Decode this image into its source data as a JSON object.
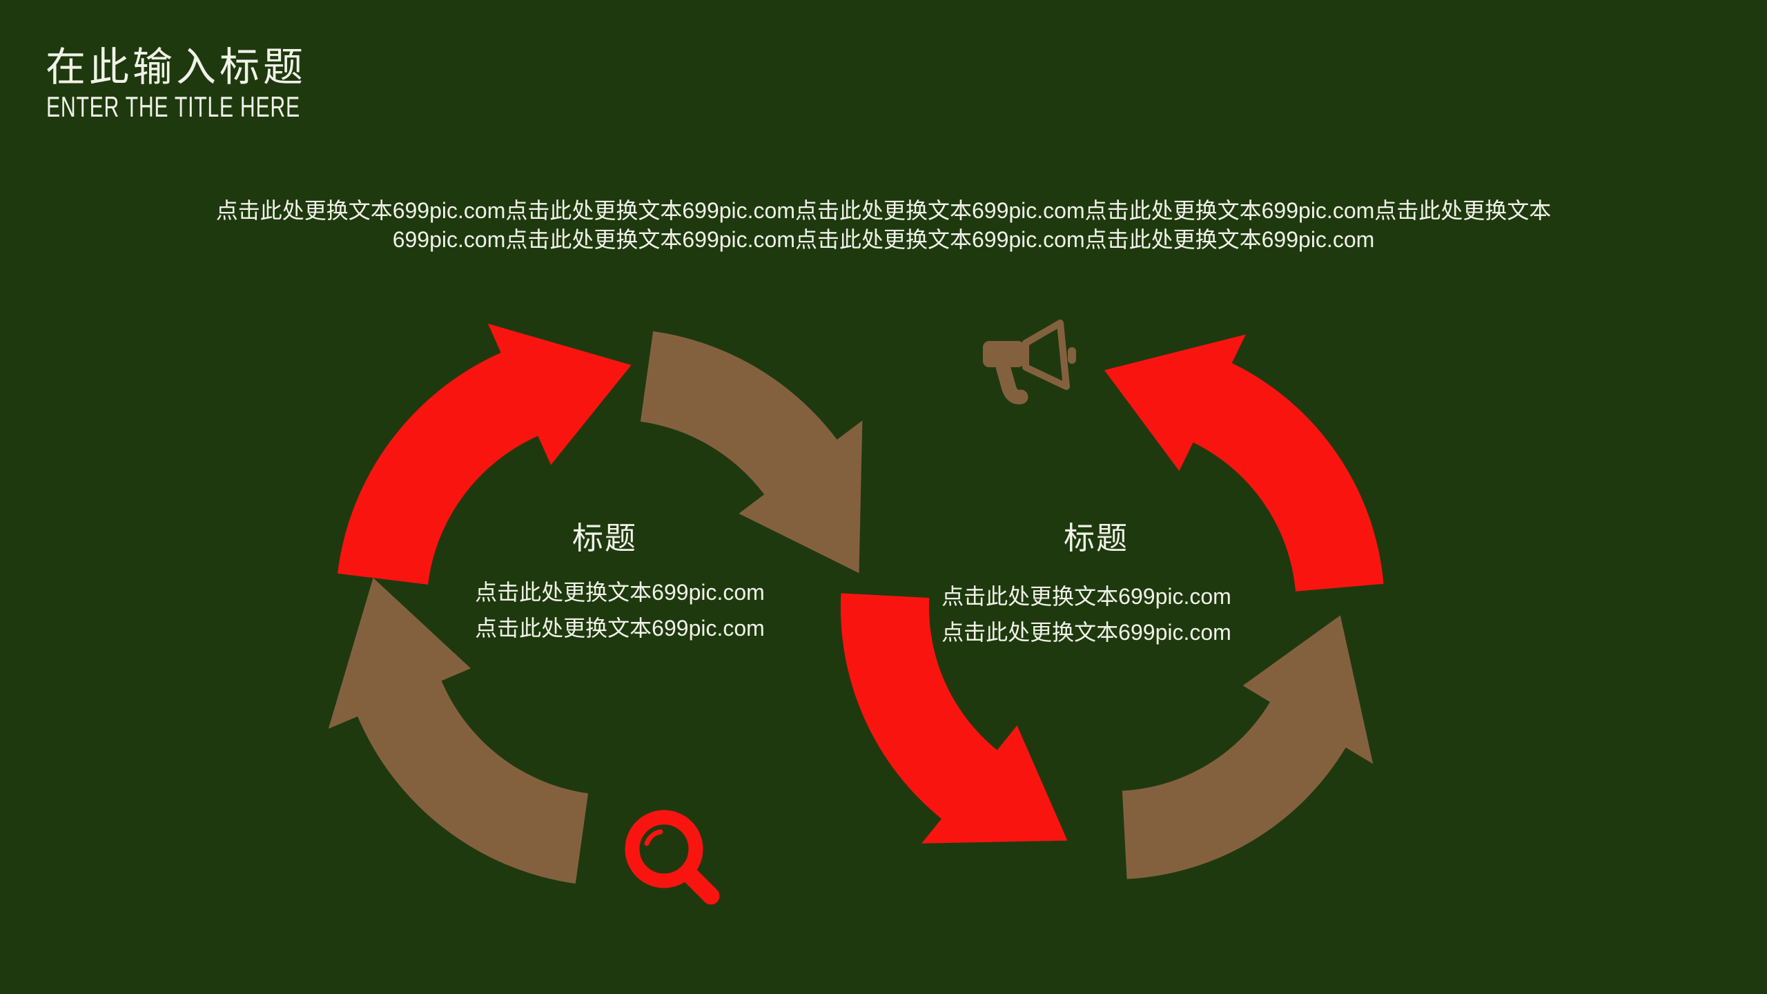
{
  "slide": {
    "title": "在此输入标题",
    "subtitle": "ENTER THE TITLE HERE",
    "intro_lines": [
      "点击此处更换文本699pic.com点击此处更换文本699pic.com点击此处更换文本699pic.com点击此处更换文本699pic.com点击此处更换文本",
      "699pic.com点击此处更换文本699pic.com点击此处更换文本699pic.com点击此处更换文本699pic.com"
    ],
    "cycles": {
      "left": {
        "heading": "标题",
        "lines": [
          "点击此处更换文本699pic.com",
          "点击此处更换文本699pic.com"
        ],
        "icon": "search-icon"
      },
      "right": {
        "heading": "标题",
        "lines": [
          "点击此处更换文本699pic.com",
          "点击此处更换文本699pic.com"
        ],
        "icon": "megaphone-icon"
      }
    },
    "colors": {
      "background": "#1f390f",
      "arrow_red": "#fa1410",
      "arrow_brown": "#84613e",
      "text": "#f0f3e8"
    }
  }
}
